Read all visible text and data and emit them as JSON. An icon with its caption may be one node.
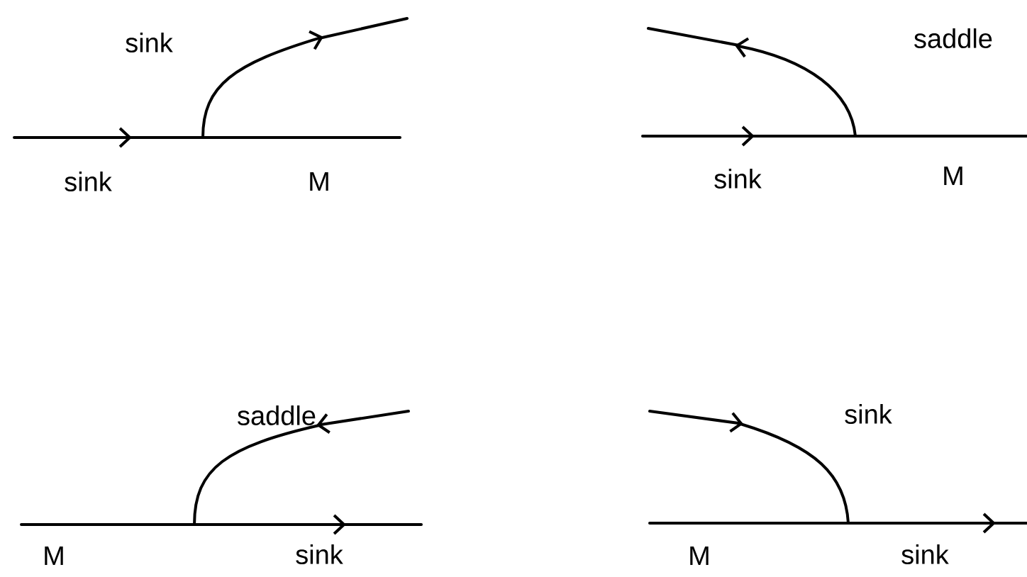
{
  "diagram": {
    "labels": [
      "sink",
      "sink",
      "M",
      "saddle",
      "sink",
      "M",
      "saddle",
      "M",
      "sink",
      "sink",
      "M",
      "sink"
    ]
  }
}
